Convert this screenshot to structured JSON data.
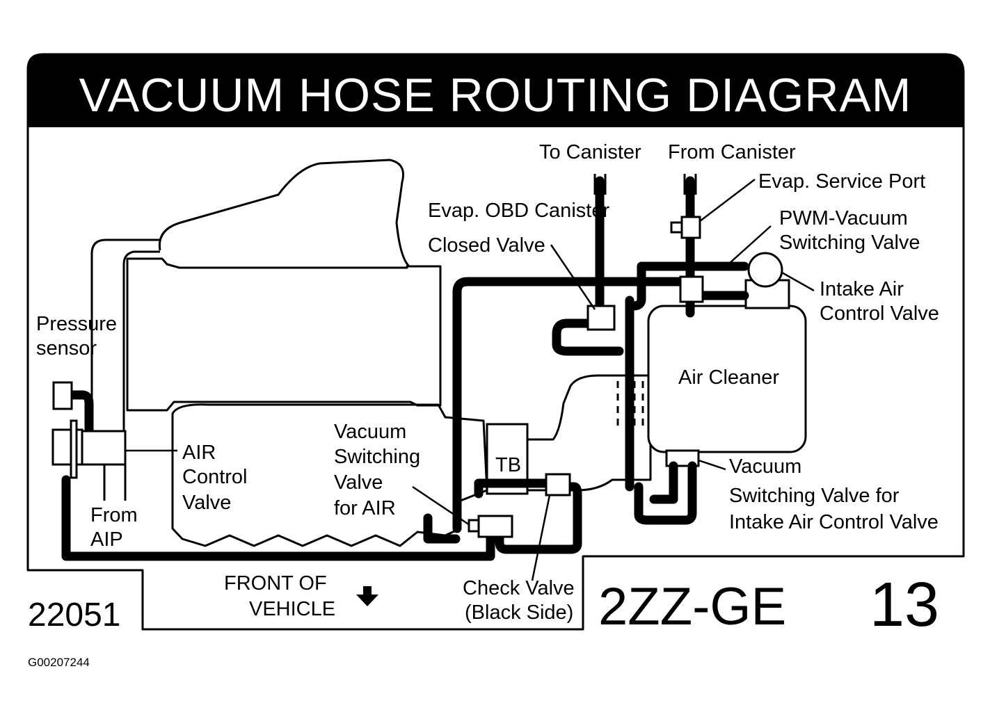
{
  "title": "VACUUM HOSE ROUTING DIAGRAM",
  "labels": {
    "to_canister": "To Canister",
    "from_canister": "From Canister",
    "evap_service_port": "Evap. Service Port",
    "evap_obd_1": "Evap. OBD Canister",
    "evap_obd_2": "Closed Valve",
    "pwm_1": "PWM-Vacuum",
    "pwm_2": "Switching Valve",
    "intake_1": "Intake Air",
    "intake_2": "Control Valve",
    "pressure_1": "Pressure",
    "pressure_2": "sensor",
    "air_cleaner": "Air Cleaner",
    "air_ctrl_1": "AIR",
    "air_ctrl_2": "Control",
    "air_ctrl_3": "Valve",
    "vsv_air_1": "Vacuum",
    "vsv_air_2": "Switching",
    "vsv_air_3": "Valve",
    "vsv_air_4": "for AIR",
    "tb": "TB",
    "from_aip_1": "From",
    "from_aip_2": "AIP",
    "vsv_iacv_1": "Vacuum",
    "vsv_iacv_2": "Switching Valve for",
    "vsv_iacv_3": "Intake Air Control Valve",
    "front_1": "FRONT OF",
    "front_2": "VEHICLE",
    "check_1": "Check Valve",
    "check_2": "(Black Side)",
    "engine_code": "2ZZ-GE",
    "number_left": "22051",
    "number_right": "13",
    "figure_id": "G00207244"
  }
}
